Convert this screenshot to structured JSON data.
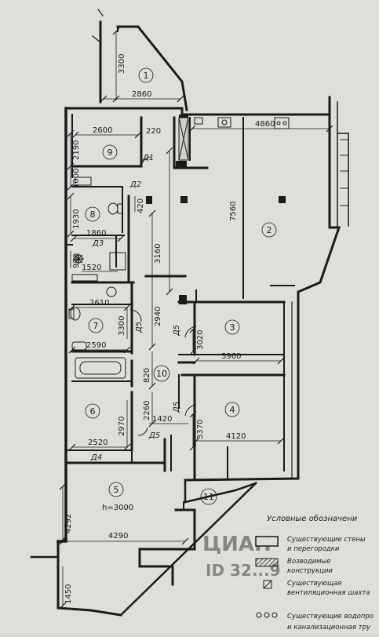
{
  "rooms": [
    {
      "label": "1"
    },
    {
      "label": "2"
    },
    {
      "label": "3"
    },
    {
      "label": "4"
    },
    {
      "label": "5"
    },
    {
      "label": "6"
    },
    {
      "label": "7"
    },
    {
      "label": "8"
    },
    {
      "label": "9"
    },
    {
      "label": "10"
    },
    {
      "label": "11"
    }
  ],
  "height_note": "h=3000",
  "doors": [
    "Д1",
    "Д2",
    "Д3",
    "Д4",
    "Д5"
  ],
  "dimensions": {
    "d3300a": "3300",
    "d2860": "2860",
    "d4860": "4860",
    "d2600": "2600",
    "d220": "220",
    "d2190": "2190",
    "d1000": "1000",
    "d420": "420",
    "d7560": "7560",
    "d1930": "1930",
    "d1860": "1860",
    "d3160": "3160",
    "d930": "930",
    "d1520": "1520",
    "d2610": "2610",
    "d2940": "2940",
    "d3300b": "3300",
    "d3020": "3020",
    "d3960": "3960",
    "d2590": "2590",
    "d820": "820",
    "d2260": "2260",
    "d3370": "3370",
    "d1420": "1420",
    "d2970": "2970",
    "d4120": "4120",
    "d2520": "2520",
    "d4292": "4292",
    "d4290": "4290",
    "d1450": "1450"
  },
  "legend": {
    "title": "Условные обозначени",
    "items": [
      {
        "line1": "Существующие стены",
        "line2": "и перегородки"
      },
      {
        "line1": "Возводимые",
        "line2": "конструкции"
      },
      {
        "line1": "Существующая",
        "line2": "вентиляционная шахта"
      },
      {
        "line1": "Существующие водопро",
        "line2": "и канализационная тру"
      }
    ]
  },
  "watermark": "ЦИАН",
  "watermark_id": "ID 32...9"
}
